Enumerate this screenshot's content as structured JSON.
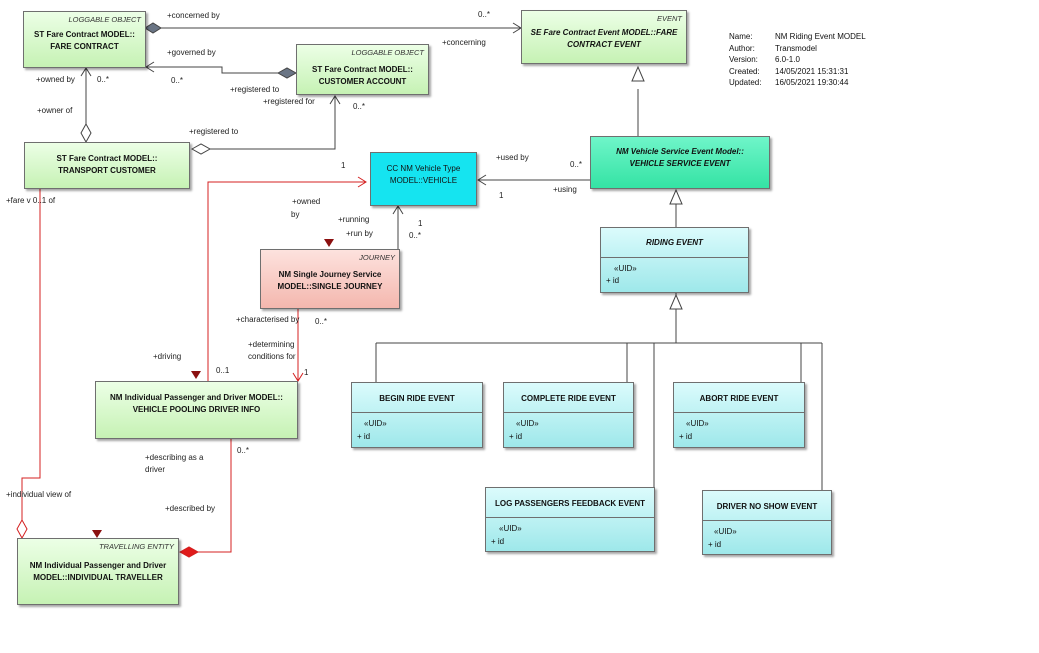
{
  "info": {
    "name_key": "Name:",
    "name_val": "NM Riding Event MODEL",
    "author_key": "Author:",
    "author_val": "Transmodel",
    "version_key": "Version:",
    "version_val": "6.0-1.0",
    "created_key": "Created:",
    "created_val": "14/05/2021 15:31:31",
    "updated_key": "Updated:",
    "updated_val": "16/05/2021 19:30:44"
  },
  "classes": {
    "fare_contract": {
      "stereo": "LOGGABLE OBJECT",
      "line1": "ST Fare Contract MODEL::",
      "line2": "FARE CONTRACT"
    },
    "customer_account": {
      "stereo": "LOGGABLE OBJECT",
      "line1": "ST Fare Contract MODEL::",
      "line2": "CUSTOMER ACCOUNT"
    },
    "fare_contract_event": {
      "stereo": "EVENT",
      "line1": "SE Fare Contract Event MODEL::FARE",
      "line2": "CONTRACT EVENT"
    },
    "transport_customer": {
      "line1": "ST Fare Contract MODEL::",
      "line2": "TRANSPORT CUSTOMER"
    },
    "vehicle": {
      "line1": "CC NM Vehicle Type",
      "line2": "MODEL::VEHICLE"
    },
    "vehicle_service_event": {
      "line1": "NM Vehicle Service Event Model::",
      "line2": "VEHICLE SERVICE EVENT"
    },
    "single_journey": {
      "stereo": "JOURNEY",
      "line1": "NM Single Journey Service",
      "line2": "MODEL::SINGLE JOURNEY"
    },
    "riding_event": {
      "line1": "RIDING EVENT",
      "uid": "«UID»",
      "attr": "+    id"
    },
    "vehicle_pooling": {
      "line1": "NM Individual Passenger and Driver MODEL::",
      "line2": "VEHICLE POOLING DRIVER INFO"
    },
    "begin_ride": {
      "line1": "BEGIN RIDE EVENT",
      "uid": "«UID»",
      "attr": "+    id"
    },
    "complete_ride": {
      "line1": "COMPLETE  RIDE EVENT",
      "uid": "«UID»",
      "attr": "+    id"
    },
    "abort_ride": {
      "line1": "ABORT RIDE EVENT",
      "uid": "«UID»",
      "attr": "+    id"
    },
    "log_feedback": {
      "line1": "LOG PASSENGERS FEEDBACK EVENT",
      "uid": "«UID»",
      "attr": "+    id"
    },
    "driver_no_show": {
      "line1": "DRIVER NO SHOW EVENT",
      "uid": "«UID»",
      "attr": "+    id"
    },
    "individual_traveller": {
      "stereo": "TRAVELLING ENTITY",
      "line1": "NM Individual Passenger and Driver",
      "line2": "MODEL::INDIVIDUAL TRAVELLER"
    }
  },
  "labels": {
    "concerned_by": "+concerned by",
    "mult_0n_a": "0..*",
    "concerning": "+concerning",
    "governed_by": "+governed by",
    "mult_0n_b": "0..*",
    "owned_by": "+owned by",
    "mult_0n_c": "0..*",
    "registered_to_a": "+registered to",
    "registered_for": "+registered for",
    "mult_0n_d": "0..*",
    "owner_of": "+owner of",
    "registered_to_b": "+registered to",
    "used_by": "+used by",
    "mult_0n_e": "0..*",
    "using": "+using",
    "mult_1_a": "1",
    "mult_1_b": "1",
    "owned": "+owned",
    "by": "by",
    "running": "+running",
    "run_by": "+run by",
    "mult_1_c": "1",
    "mult_0n_f": "0..*",
    "fare_view_of": "+fare v 0..1 of",
    "characterised_by": "+characterised by",
    "mult_0n_g": "0..*",
    "determining": "+determining",
    "conditions_for": "conditions for",
    "mult_1_d": "1",
    "driving": "+driving",
    "mult_01": "0..1",
    "describing_as_a": "+describing as a",
    "driver": "driver",
    "mult_0n_h": "0..*",
    "individual_view_of": "+individual view of",
    "described_by": "+described by"
  }
}
